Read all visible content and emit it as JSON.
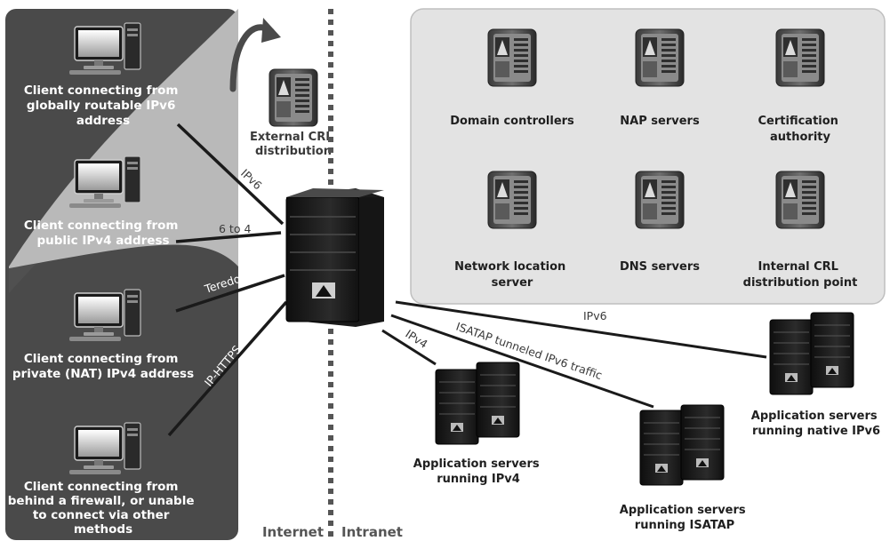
{
  "clients": [
    {
      "label_lines": [
        "Client connecting from",
        "globally routable IPv6",
        "address"
      ]
    },
    {
      "label_lines": [
        "Client connecting from",
        "public IPv4 address"
      ]
    },
    {
      "label_lines": [
        "Client connecting from",
        "private (NAT) IPv4 address"
      ]
    },
    {
      "label_lines": [
        "Client connecting from",
        "behind a firewall, or unable",
        "to connect via other",
        "methods"
      ]
    }
  ],
  "external_crl": {
    "label_lines": [
      "External CRL",
      "distribution"
    ]
  },
  "infrastructure": [
    {
      "label_lines": [
        "Domain controllers"
      ]
    },
    {
      "label_lines": [
        "NAP servers"
      ]
    },
    {
      "label_lines": [
        "Certification",
        "authority"
      ]
    },
    {
      "label_lines": [
        "Network location",
        "server"
      ]
    },
    {
      "label_lines": [
        "DNS servers"
      ]
    },
    {
      "label_lines": [
        "Internal CRL",
        "distribution point"
      ]
    }
  ],
  "client_links": [
    "IPv6",
    "6 to 4",
    "Teredo",
    "IP-HTTPS"
  ],
  "app_links": [
    "IPv4",
    "ISATAP tunneled IPv6 traffic",
    "IPv6"
  ],
  "app_servers": [
    {
      "label_lines": [
        "Application servers",
        "running IPv4"
      ]
    },
    {
      "label_lines": [
        "Application servers",
        "running ISATAP"
      ]
    },
    {
      "label_lines": [
        "Application servers",
        "running native IPv6"
      ]
    }
  ],
  "zones": {
    "internet": "Internet",
    "intranet": "Intranet"
  },
  "colors": {
    "client_panel": "#4a4a4a",
    "panel_curve": "#b9b9b9",
    "infra_panel": "#e3e3e3",
    "divider": "#555555"
  }
}
